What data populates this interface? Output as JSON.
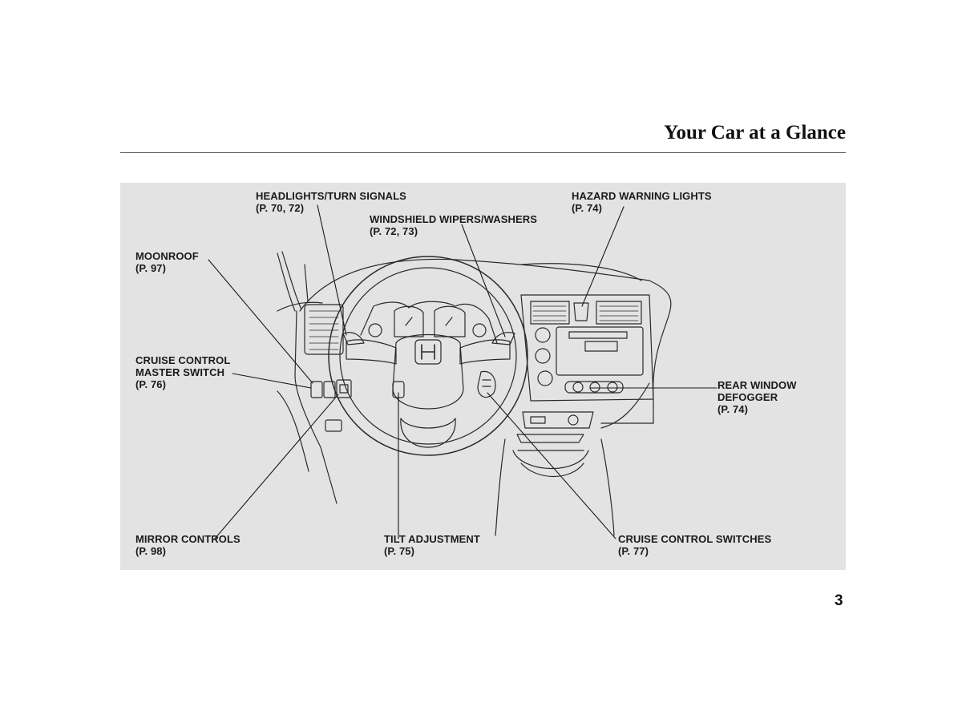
{
  "header": {
    "title": "Your Car at a Glance"
  },
  "callouts": [
    {
      "id": "headlights",
      "lines": [
        "HEADLIGHTS/TURN SIGNALS",
        "(P. 70, 72)"
      ]
    },
    {
      "id": "hazard",
      "lines": [
        "HAZARD WARNING LIGHTS",
        "(P. 74)"
      ]
    },
    {
      "id": "wipers",
      "lines": [
        "WINDSHIELD WIPERS/WASHERS",
        "(P. 72, 73)"
      ]
    },
    {
      "id": "moonroof",
      "lines": [
        "MOONROOF",
        "(P. 97)"
      ]
    },
    {
      "id": "cruise-master",
      "lines": [
        "CRUISE CONTROL",
        "MASTER SWITCH",
        "(P. 76)"
      ]
    },
    {
      "id": "defogger",
      "lines": [
        "REAR WINDOW",
        "DEFOGGER",
        "(P. 74)"
      ]
    },
    {
      "id": "mirror",
      "lines": [
        "MIRROR CONTROLS",
        "(P. 98)"
      ]
    },
    {
      "id": "tilt",
      "lines": [
        "TILT ADJUSTMENT",
        "(P. 75)"
      ]
    },
    {
      "id": "cruise-switches",
      "lines": [
        "CRUISE CONTROL SWITCHES",
        "(P. 77)"
      ]
    }
  ],
  "footer": {
    "page_number": "3"
  }
}
